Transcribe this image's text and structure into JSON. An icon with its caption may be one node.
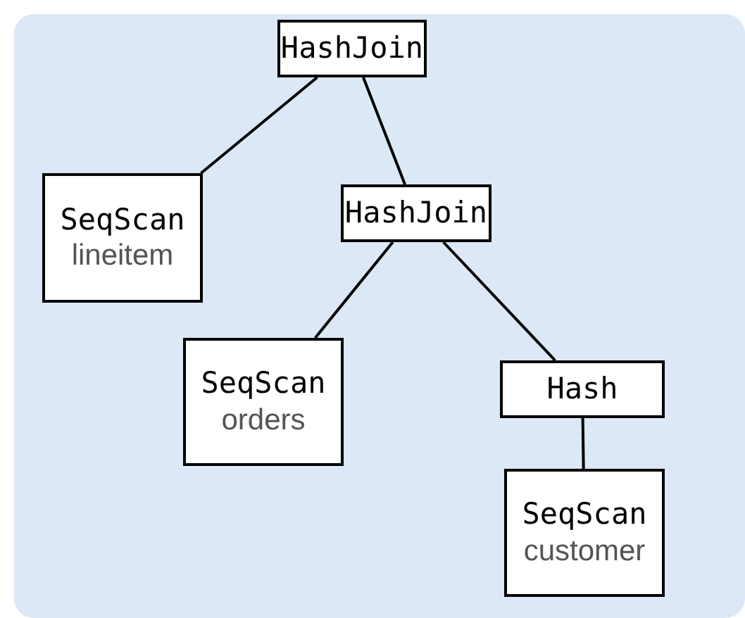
{
  "diagram": {
    "nodes": [
      {
        "text": [
          "HashJoin"
        ]
      },
      {
        "text": [
          "SeqScan",
          "lineitem"
        ]
      },
      {
        "text": [
          "HashJoin"
        ]
      },
      {
        "text": [
          "SeqScan",
          "orders"
        ]
      },
      {
        "text": [
          "Hash"
        ]
      },
      {
        "text": [
          "SeqScan",
          "customer"
        ]
      }
    ],
    "edges": [
      {
        "from": 0,
        "to": 1,
        "arrow": "none"
      },
      {
        "from": 0,
        "to": 2,
        "arrow": "none"
      },
      {
        "from": 2,
        "to": 3,
        "arrow": "none"
      },
      {
        "from": 2,
        "to": 4,
        "arrow": "none"
      },
      {
        "from": 4,
        "to": 5,
        "arrow": "none"
      }
    ]
  }
}
